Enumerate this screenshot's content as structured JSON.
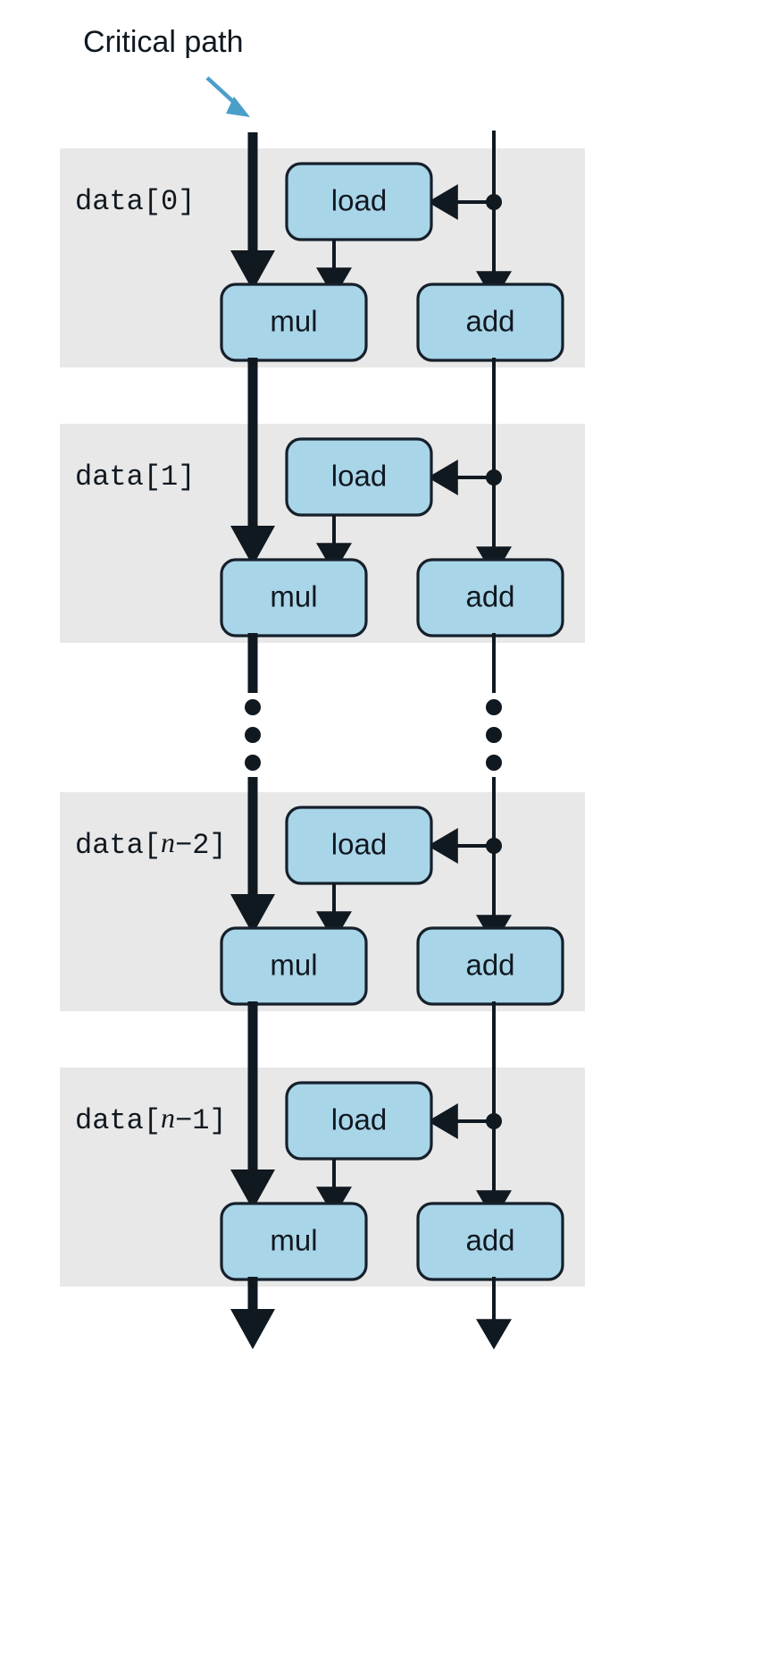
{
  "figure": {
    "type": "dataflow-diagram",
    "title": "Critical path",
    "background": "#ffffff",
    "colors": {
      "band": "#e8e8e8",
      "box_fill": "#a9d5e8",
      "box_stroke": "#15202b",
      "edge": "#101820",
      "annotation_accent": "#4a9fc9"
    }
  },
  "annotation": {
    "label": "Critical path",
    "arrow_icon": "diagonal-arrow-icon"
  },
  "ops": {
    "load": "load",
    "mul": "mul",
    "add": "add"
  },
  "blocks": [
    {
      "id": "block-0",
      "label_prefix": "data[",
      "label_index": "0",
      "label_suffix": "]",
      "index_italic": false,
      "nodes": [
        "load",
        "mul",
        "add"
      ]
    },
    {
      "id": "block-1",
      "label_prefix": "data[",
      "label_index": "1",
      "label_suffix": "]",
      "index_italic": false,
      "nodes": [
        "load",
        "mul",
        "add"
      ]
    },
    {
      "id": "block-n-2",
      "label_prefix": "data[",
      "label_index": "n",
      "label_tail": "−2",
      "label_suffix": "]",
      "index_italic": true,
      "nodes": [
        "load",
        "mul",
        "add"
      ]
    },
    {
      "id": "block-n-1",
      "label_prefix": "data[",
      "label_index": "n",
      "label_tail": "−1",
      "label_suffix": "]",
      "index_italic": true,
      "nodes": [
        "load",
        "mul",
        "add"
      ]
    }
  ],
  "ellipsis": {
    "left_column": "⋮",
    "right_column": "⋮",
    "dot_count": 3
  },
  "chart_data": {
    "type": "diagram",
    "title": "Critical path",
    "description": "Loop dataflow graph: each data[i] block contains a load feeding a mul, and an accumulator chain passing through add. The bold vertical chain through the mul nodes is the critical path.",
    "columns": [
      "mul-chain (critical path)",
      "load",
      "add-chain"
    ],
    "rows": [
      "data[0]",
      "data[1]",
      "⋮",
      "data[n−2]",
      "data[n−1]"
    ],
    "edges": [
      {
        "from": "acc-in",
        "to": "mul[0]",
        "style": "thick"
      },
      {
        "from": "ptr-in",
        "to": "load[0]",
        "style": "thin"
      },
      {
        "from": "load[0]",
        "to": "mul[0]",
        "style": "thin"
      },
      {
        "from": "ptr-in",
        "to": "add[0]",
        "style": "thin"
      },
      {
        "from": "mul[0]",
        "to": "mul[1]",
        "style": "thick"
      },
      {
        "from": "add[0]",
        "to": "add[1]",
        "style": "thin"
      },
      {
        "from": "mul[n-1]",
        "to": "out",
        "style": "thick"
      },
      {
        "from": "add[n-1]",
        "to": "out",
        "style": "thin"
      }
    ]
  }
}
